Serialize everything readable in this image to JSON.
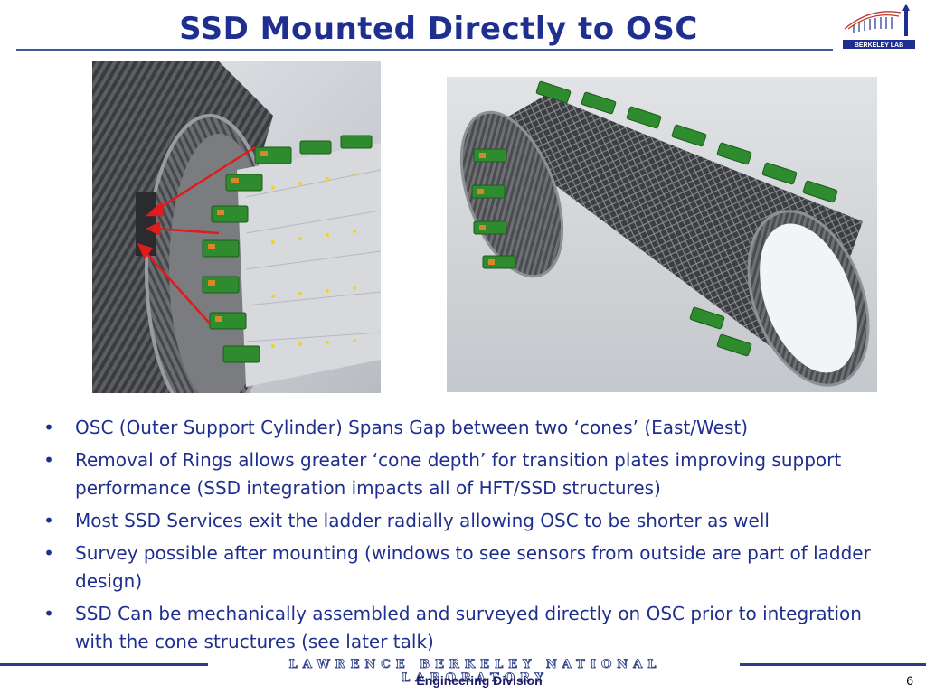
{
  "slide": {
    "title": "SSD Mounted Directly to OSC",
    "bullets": [
      "OSC (Outer Support Cylinder) Spans Gap between two ‘cones’ (East/West)",
      "Removal of Rings allows greater ‘cone depth’ for transition plates improving support performance (SSD integration impacts all of HFT/SSD structures)",
      "Most SSD Services exit the ladder radially allowing OSC to be shorter as well",
      "Survey possible after mounting (windows to see sensors from outside are part of ladder design)",
      "SSD Can be mechanically assembled and surveyed directly on OSC prior to integration with the cone structures (see later talk)"
    ],
    "bullet_marker": "•"
  },
  "logo": {
    "text": "BERKELEY LAB"
  },
  "footer": {
    "lab_name": "Lawrence Berkeley National Laboratory",
    "division": "Engineering Division",
    "page_number": "6"
  },
  "colors": {
    "title": "#1f2f8f",
    "rule": "#3d5a9e",
    "ladder_green": "#2e8b2e",
    "arrow_red": "#e01b1b"
  }
}
